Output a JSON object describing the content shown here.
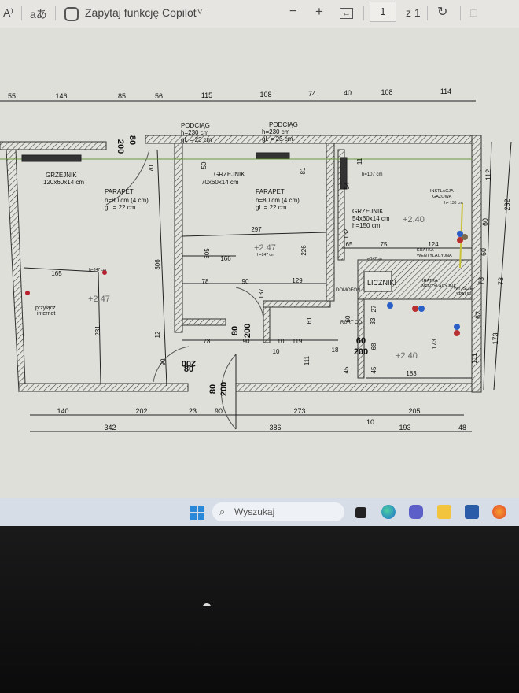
{
  "toolbar": {
    "read_aloud": "A⁾",
    "translate": "aあ",
    "copilot": "Zapytaj funkcję Copilot",
    "copilot_chevron": "˅",
    "zoom_out": "−",
    "zoom_in": "+",
    "fit": "↔",
    "page": "1",
    "page_total": "z 1",
    "rotate": "↻",
    "view": "□"
  },
  "plan": {
    "top_dims": [
      "55",
      "146",
      "85",
      "56",
      "115",
      "108",
      "74",
      "40",
      "108",
      "114"
    ],
    "bottom_dims1": [
      "140",
      "202",
      "23",
      "90",
      "273",
      "205",
      "10"
    ],
    "bottom_dims2": [
      "342",
      "386",
      "193",
      "48"
    ],
    "right_dims": [
      "112",
      "60",
      "60",
      "73",
      "62",
      "111",
      "232",
      "73",
      "173"
    ],
    "labels": {
      "grzejnik1": "GRZEJNIK",
      "grzejnik1_size": "120x60x14 cm",
      "parapet1": "PARAPET",
      "parapet1_h": "h=80 cm (4 cm)",
      "parapet1_gl": "gl. = 22 cm",
      "podciag1": "PODCIĄG",
      "podciag1_h": "h=230 cm",
      "podciag1_gl": "gl. = 23 cm",
      "podciag2": "PODCIĄG",
      "podciag2_h": "h=230 cm",
      "podciag2_gl": "gl. = 23 cm",
      "grzejnik2": "GRZEJNIK",
      "grzejnik2_size": "70x60x14 cm",
      "parapet2": "PARAPET",
      "parapet2_h": "h=80 cm (4 cm)",
      "parapet2_gl": "gl. = 22 cm",
      "grzejnik3": "GRZEJNIK",
      "grzejnik3_size": "54x60x14 cm",
      "grzejnik3_h": "h=150 cm",
      "h107": "h=107 cm",
      "instalacja": "INSTLACJA",
      "gazowa": "GAZOWA",
      "h130": "h= 130 cm",
      "kratka1": "KRATKA",
      "kratka1b": "WENTYLACYJNA",
      "kratka2": "KRATKA",
      "kratka2b": "WENTYLACYJNA",
      "wyjscie": "WYJŚCIE",
      "spalin": "SPALIN",
      "liczniki": "LICZNIKI",
      "domofon": "DOMOFON",
      "rurt": "RURT",
      "co": "CO",
      "przylacz": "przyłącz",
      "internet": "internet",
      "lvl1": "+2.47",
      "lvl2": "+2.47",
      "lvl3": "+2.40",
      "lvl4": "+2.40",
      "h247a": "h=247 cm",
      "h247b": "h=247 cm",
      "h142": "h=142cm",
      "door1a": "80",
      "door1b": "200",
      "door2a": "80",
      "door2b": "200",
      "door3a": "200",
      "door3b": "80",
      "door4a": "80",
      "door4b": "200",
      "door5a": "60",
      "door5b": "200"
    },
    "inner_dims": [
      "70",
      "50",
      "81",
      "54",
      "297",
      "166",
      "306",
      "305",
      "226",
      "132",
      "65",
      "75",
      "124",
      "165",
      "231",
      "78",
      "90",
      "129",
      "137",
      "12",
      "78",
      "90",
      "119",
      "61",
      "10",
      "111",
      "90",
      "45",
      "45",
      "60",
      "33",
      "27",
      "68",
      "183",
      "173",
      "10",
      "18",
      "11"
    ]
  },
  "taskbar": {
    "search_placeholder": "Wyszukaj"
  }
}
